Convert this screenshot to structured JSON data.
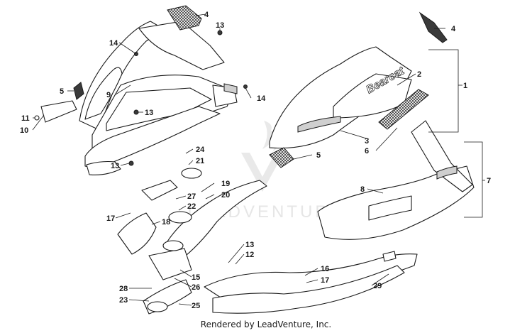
{
  "diagram": {
    "callouts": [
      {
        "id": "c1",
        "text": "1"
      },
      {
        "id": "c2",
        "text": "2"
      },
      {
        "id": "c3",
        "text": "3"
      },
      {
        "id": "c4a",
        "text": "4"
      },
      {
        "id": "c4b",
        "text": "4"
      },
      {
        "id": "c5a",
        "text": "5"
      },
      {
        "id": "c5b",
        "text": "5"
      },
      {
        "id": "c6",
        "text": "6"
      },
      {
        "id": "c7",
        "text": "7"
      },
      {
        "id": "c8",
        "text": "8"
      },
      {
        "id": "c9",
        "text": "9"
      },
      {
        "id": "c10",
        "text": "10"
      },
      {
        "id": "c11",
        "text": "11"
      },
      {
        "id": "c12",
        "text": "12"
      },
      {
        "id": "c13a",
        "text": "13"
      },
      {
        "id": "c13b",
        "text": "13"
      },
      {
        "id": "c13c",
        "text": "13"
      },
      {
        "id": "c13d",
        "text": "13"
      },
      {
        "id": "c14a",
        "text": "14"
      },
      {
        "id": "c14b",
        "text": "14"
      },
      {
        "id": "c15",
        "text": "15"
      },
      {
        "id": "c16",
        "text": "16"
      },
      {
        "id": "c17a",
        "text": "17"
      },
      {
        "id": "c17b",
        "text": "17"
      },
      {
        "id": "c18",
        "text": "18"
      },
      {
        "id": "c19",
        "text": "19"
      },
      {
        "id": "c20",
        "text": "20"
      },
      {
        "id": "c21",
        "text": "21"
      },
      {
        "id": "c22",
        "text": "22"
      },
      {
        "id": "c23",
        "text": "23"
      },
      {
        "id": "c24",
        "text": "24"
      },
      {
        "id": "c25",
        "text": "25"
      },
      {
        "id": "c26",
        "text": "26"
      },
      {
        "id": "c27",
        "text": "27"
      },
      {
        "id": "c28",
        "text": "28"
      },
      {
        "id": "c29",
        "text": "29"
      }
    ],
    "hood_decal_text": "Bearcat",
    "watermark_text": "LEADVENTURE",
    "footer": "Rendered by LeadVenture, Inc."
  }
}
